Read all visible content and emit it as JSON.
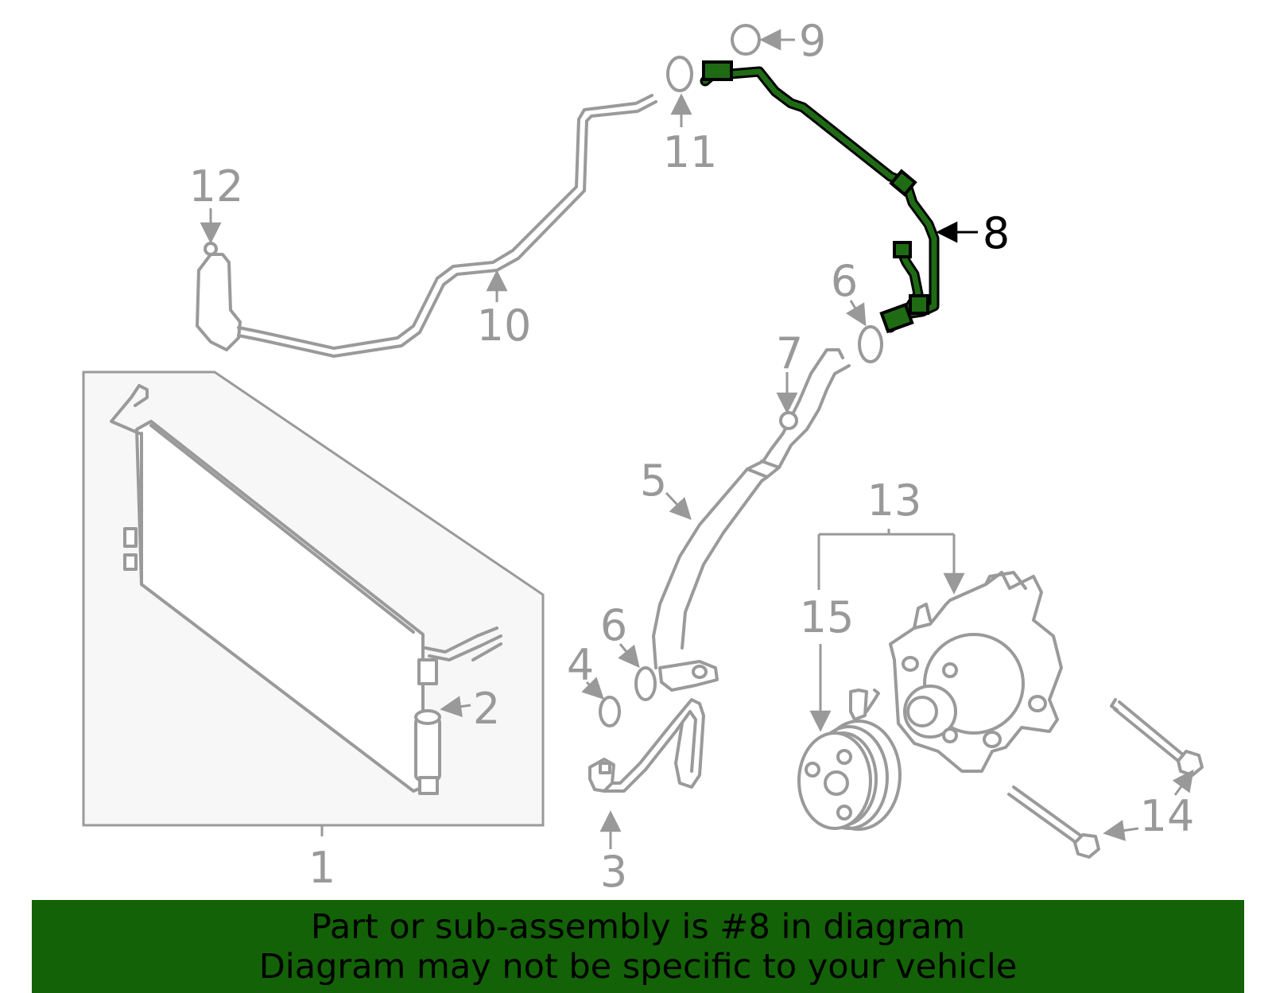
{
  "callouts": {
    "c1": "1",
    "c2": "2",
    "c3": "3",
    "c4": "4",
    "c5": "5",
    "c6a": "6",
    "c6b": "6",
    "c7": "7",
    "c8": "8",
    "c9": "9",
    "c10": "10",
    "c11": "11",
    "c12": "12",
    "c13": "13",
    "c14": "14",
    "c15": "15"
  },
  "highlighted_part": "8",
  "colors": {
    "highlight": "#1e6b14",
    "banner": "#136207",
    "parts": "#9a9a9a",
    "box_fill": "#f7f7f7"
  },
  "banner": {
    "line1": "Part or sub-assembly is #8 in diagram",
    "line2": "Diagram may not be specific to your vehicle"
  }
}
